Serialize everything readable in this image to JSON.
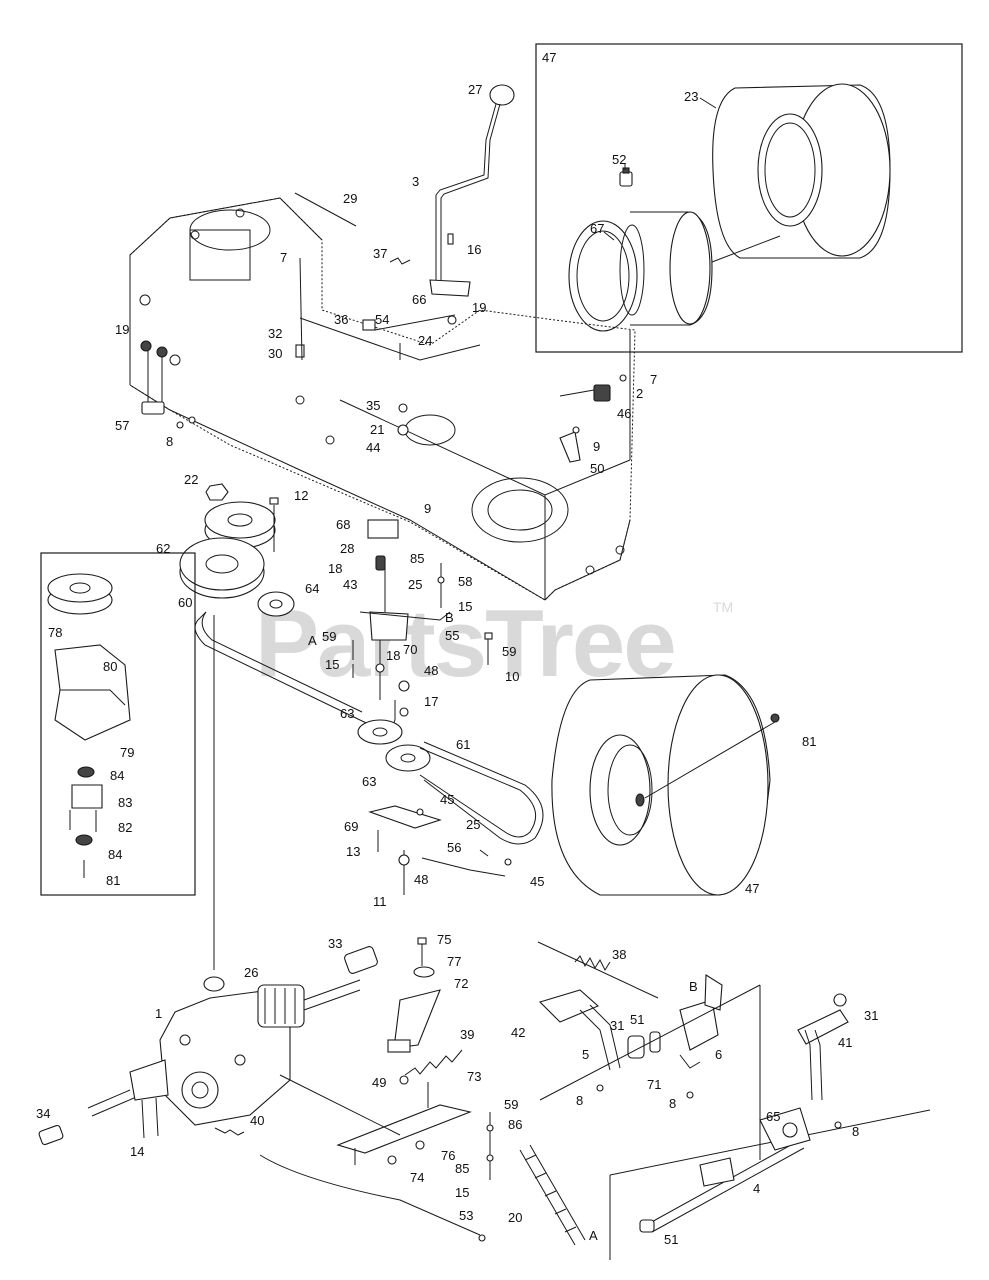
{
  "watermark": {
    "text": "PartsTree",
    "trademark": "TM"
  },
  "callouts": {
    "c47_box": "47",
    "c23": "23",
    "c52": "52",
    "c67": "67",
    "c27": "27",
    "c3": "3",
    "c29": "29",
    "c37": "37",
    "c16": "16",
    "c7a": "7",
    "c66": "66",
    "c19a": "19",
    "c36": "36",
    "c54": "54",
    "c32": "32",
    "c30": "30",
    "c24": "24",
    "c19b": "19",
    "c57": "57",
    "c8a": "8",
    "c35": "35",
    "c21": "21",
    "c44": "44",
    "c7b": "7",
    "c2": "2",
    "c46": "46",
    "c9a": "9",
    "c50": "50",
    "c22": "22",
    "c12": "12",
    "c68": "68",
    "c9b": "9",
    "c62": "62",
    "c28": "28",
    "c18a": "18",
    "c85a": "85",
    "c58": "58",
    "c43": "43",
    "c25a": "25",
    "c15a": "15",
    "c60": "60",
    "c64": "64",
    "cB_upper": "B",
    "c55": "55",
    "c78": "78",
    "cA_upper": "A",
    "c59a": "59",
    "c70": "70",
    "c18b": "18",
    "c59b": "59",
    "c15b": "15",
    "c10": "10",
    "c80": "80",
    "c48a": "48",
    "c17": "17",
    "c63a": "63",
    "c61": "61",
    "c81a": "81",
    "c79": "79",
    "c84a": "84",
    "c83": "83",
    "c63b": "63",
    "c82": "82",
    "c45a": "45",
    "c69": "69",
    "c25b": "25",
    "c84b": "84",
    "c13": "13",
    "c56": "56",
    "c81b": "81",
    "c48b": "48",
    "c45b": "45",
    "c47_tire": "47",
    "c11": "11",
    "c33": "33",
    "c75": "75",
    "c77": "77",
    "c38": "38",
    "c26": "26",
    "c72": "72",
    "cB_lower": "B",
    "c1": "1",
    "c42": "42",
    "c31a": "31",
    "c51a": "51",
    "c39": "39",
    "c31b": "31",
    "c41": "41",
    "c5": "5",
    "c6": "6",
    "c49": "49",
    "c73": "73",
    "c71": "71",
    "c8b": "8",
    "c8c": "8",
    "c34": "34",
    "c40": "40",
    "c59c": "59",
    "c86": "86",
    "c65": "65",
    "c8d": "8",
    "c14": "14",
    "c76": "76",
    "c85b": "85",
    "c74": "74",
    "c4": "4",
    "c15c": "15",
    "c53": "53",
    "c20": "20",
    "cA_lower": "A",
    "c51b": "51"
  }
}
